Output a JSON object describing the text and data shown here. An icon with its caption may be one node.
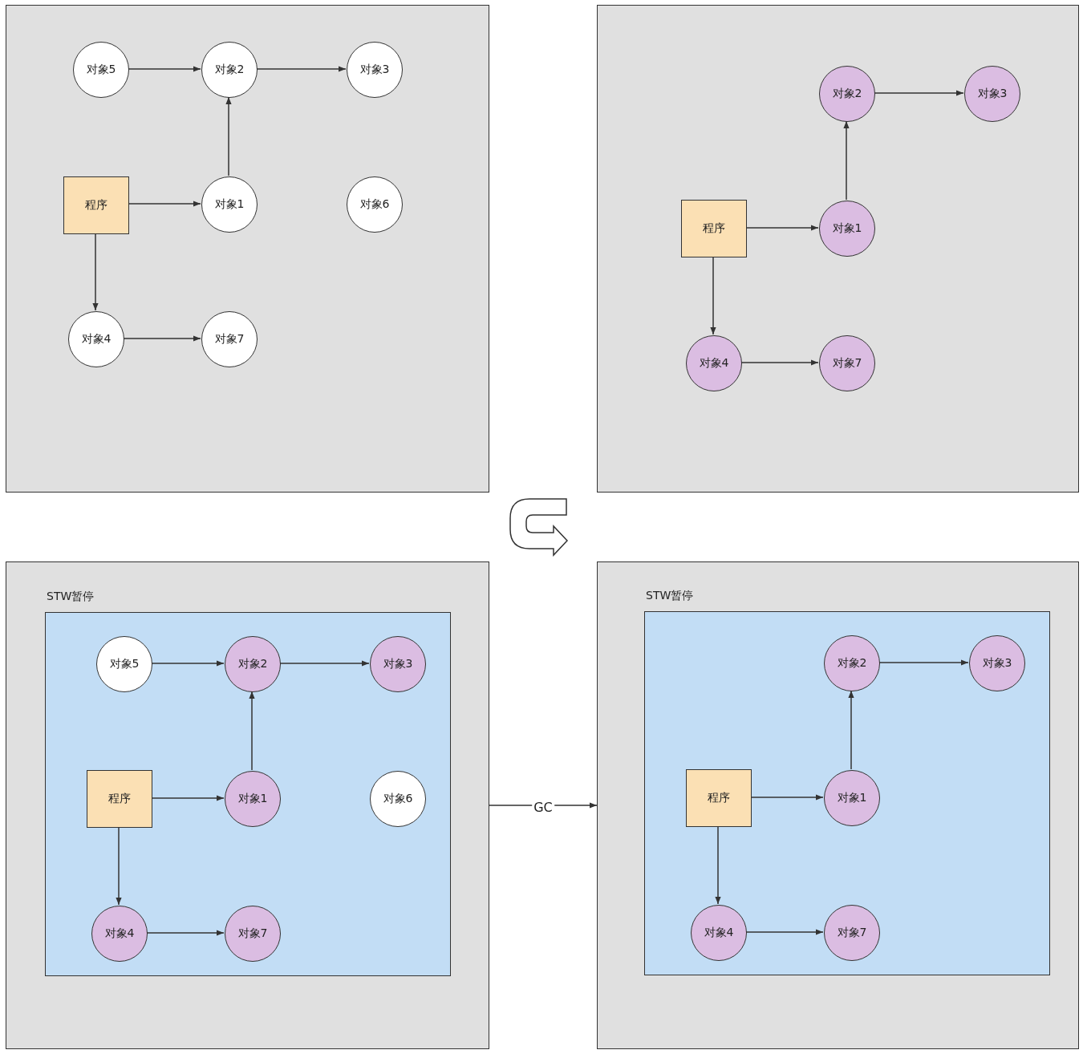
{
  "diagram": {
    "nodes": [
      {
        "text": [],
        "shape": "box"
      },
      {
        "text": [
          "对象5"
        ],
        "in": 0
      },
      {
        "text": [
          "对象2"
        ],
        "in": 0
      },
      {
        "text": [
          "对象3"
        ],
        "in": 0
      },
      {
        "text": [
          "程序"
        ],
        "in": 0
      },
      {
        "text": [
          "对象1"
        ],
        "in": 0
      },
      {
        "text": [
          "对象6"
        ],
        "in": 0
      },
      {
        "text": [
          "对象4"
        ],
        "in": 0
      },
      {
        "text": [
          "对象7"
        ],
        "in": 0
      },
      {
        "text": [],
        "shape": "box"
      },
      {
        "text": [
          "对象2"
        ],
        "in": 9
      },
      {
        "text": [
          "对象3"
        ],
        "in": 9
      },
      {
        "text": [
          "程序"
        ],
        "in": 9
      },
      {
        "text": [
          "对象1"
        ],
        "in": 9
      },
      {
        "text": [
          "对象4"
        ],
        "in": 9
      },
      {
        "text": [
          "对象7"
        ],
        "in": 9
      },
      {
        "text": [],
        "shape": "box"
      },
      {
        "text": [
          "STW暂停"
        ],
        "in": 16
      },
      {
        "text": [
          "对象5"
        ],
        "in": 17
      },
      {
        "text": [
          "对象2"
        ],
        "in": 17
      },
      {
        "text": [
          "对象3"
        ],
        "in": 17
      },
      {
        "text": [
          "程序"
        ],
        "in": 17
      },
      {
        "text": [
          "对象1"
        ],
        "in": 17
      },
      {
        "text": [
          "对象6"
        ],
        "in": 17
      },
      {
        "text": [
          "对象4"
        ],
        "in": 17
      },
      {
        "text": [
          "对象7"
        ],
        "in": 17
      },
      {
        "text": [],
        "shape": "box"
      },
      {
        "text": [
          "STW暂停"
        ],
        "in": 26
      },
      {
        "text": [
          "对象2"
        ],
        "in": 27
      },
      {
        "text": [
          "对象3"
        ],
        "in": 27
      },
      {
        "text": [
          "程序"
        ],
        "in": 27
      },
      {
        "text": [
          "对象1"
        ],
        "in": 27
      },
      {
        "text": [
          "对象4"
        ],
        "in": 27
      },
      {
        "text": [
          "对象7"
        ],
        "in": 27
      }
    ],
    "edges": [
      {
        "from": 1,
        "to": 2,
        "arrow": "to"
      },
      {
        "from": 2,
        "to": 3,
        "arrow": "to"
      },
      {
        "from": 5,
        "to": 2,
        "arrow": "to"
      },
      {
        "from": 4,
        "to": 5,
        "arrow": "to"
      },
      {
        "from": 4,
        "to": 7,
        "arrow": "to"
      },
      {
        "from": 7,
        "to": 8,
        "arrow": "to"
      },
      {
        "from": 10,
        "to": 11,
        "arrow": "to"
      },
      {
        "from": 13,
        "to": 10,
        "arrow": "to"
      },
      {
        "from": 12,
        "to": 13,
        "arrow": "to"
      },
      {
        "from": 12,
        "to": 14,
        "arrow": "to"
      },
      {
        "from": 14,
        "to": 15,
        "arrow": "to"
      },
      {
        "from": 18,
        "to": 19,
        "arrow": "to"
      },
      {
        "from": 19,
        "to": 20,
        "arrow": "to"
      },
      {
        "from": 22,
        "to": 19,
        "arrow": "to"
      },
      {
        "from": 21,
        "to": 22,
        "arrow": "to"
      },
      {
        "from": 21,
        "to": 24,
        "arrow": "to"
      },
      {
        "from": 24,
        "to": 25,
        "arrow": "to"
      },
      {
        "from": 28,
        "to": 29,
        "arrow": "to"
      },
      {
        "from": 31,
        "to": 28,
        "arrow": "to"
      },
      {
        "from": 30,
        "to": 31,
        "arrow": "to"
      },
      {
        "from": 30,
        "to": 32,
        "arrow": "to"
      },
      {
        "from": 32,
        "to": 33,
        "arrow": "to"
      },
      {
        "from": 16,
        "to": 26,
        "arrow": "to",
        "label": "GC"
      }
    ]
  }
}
